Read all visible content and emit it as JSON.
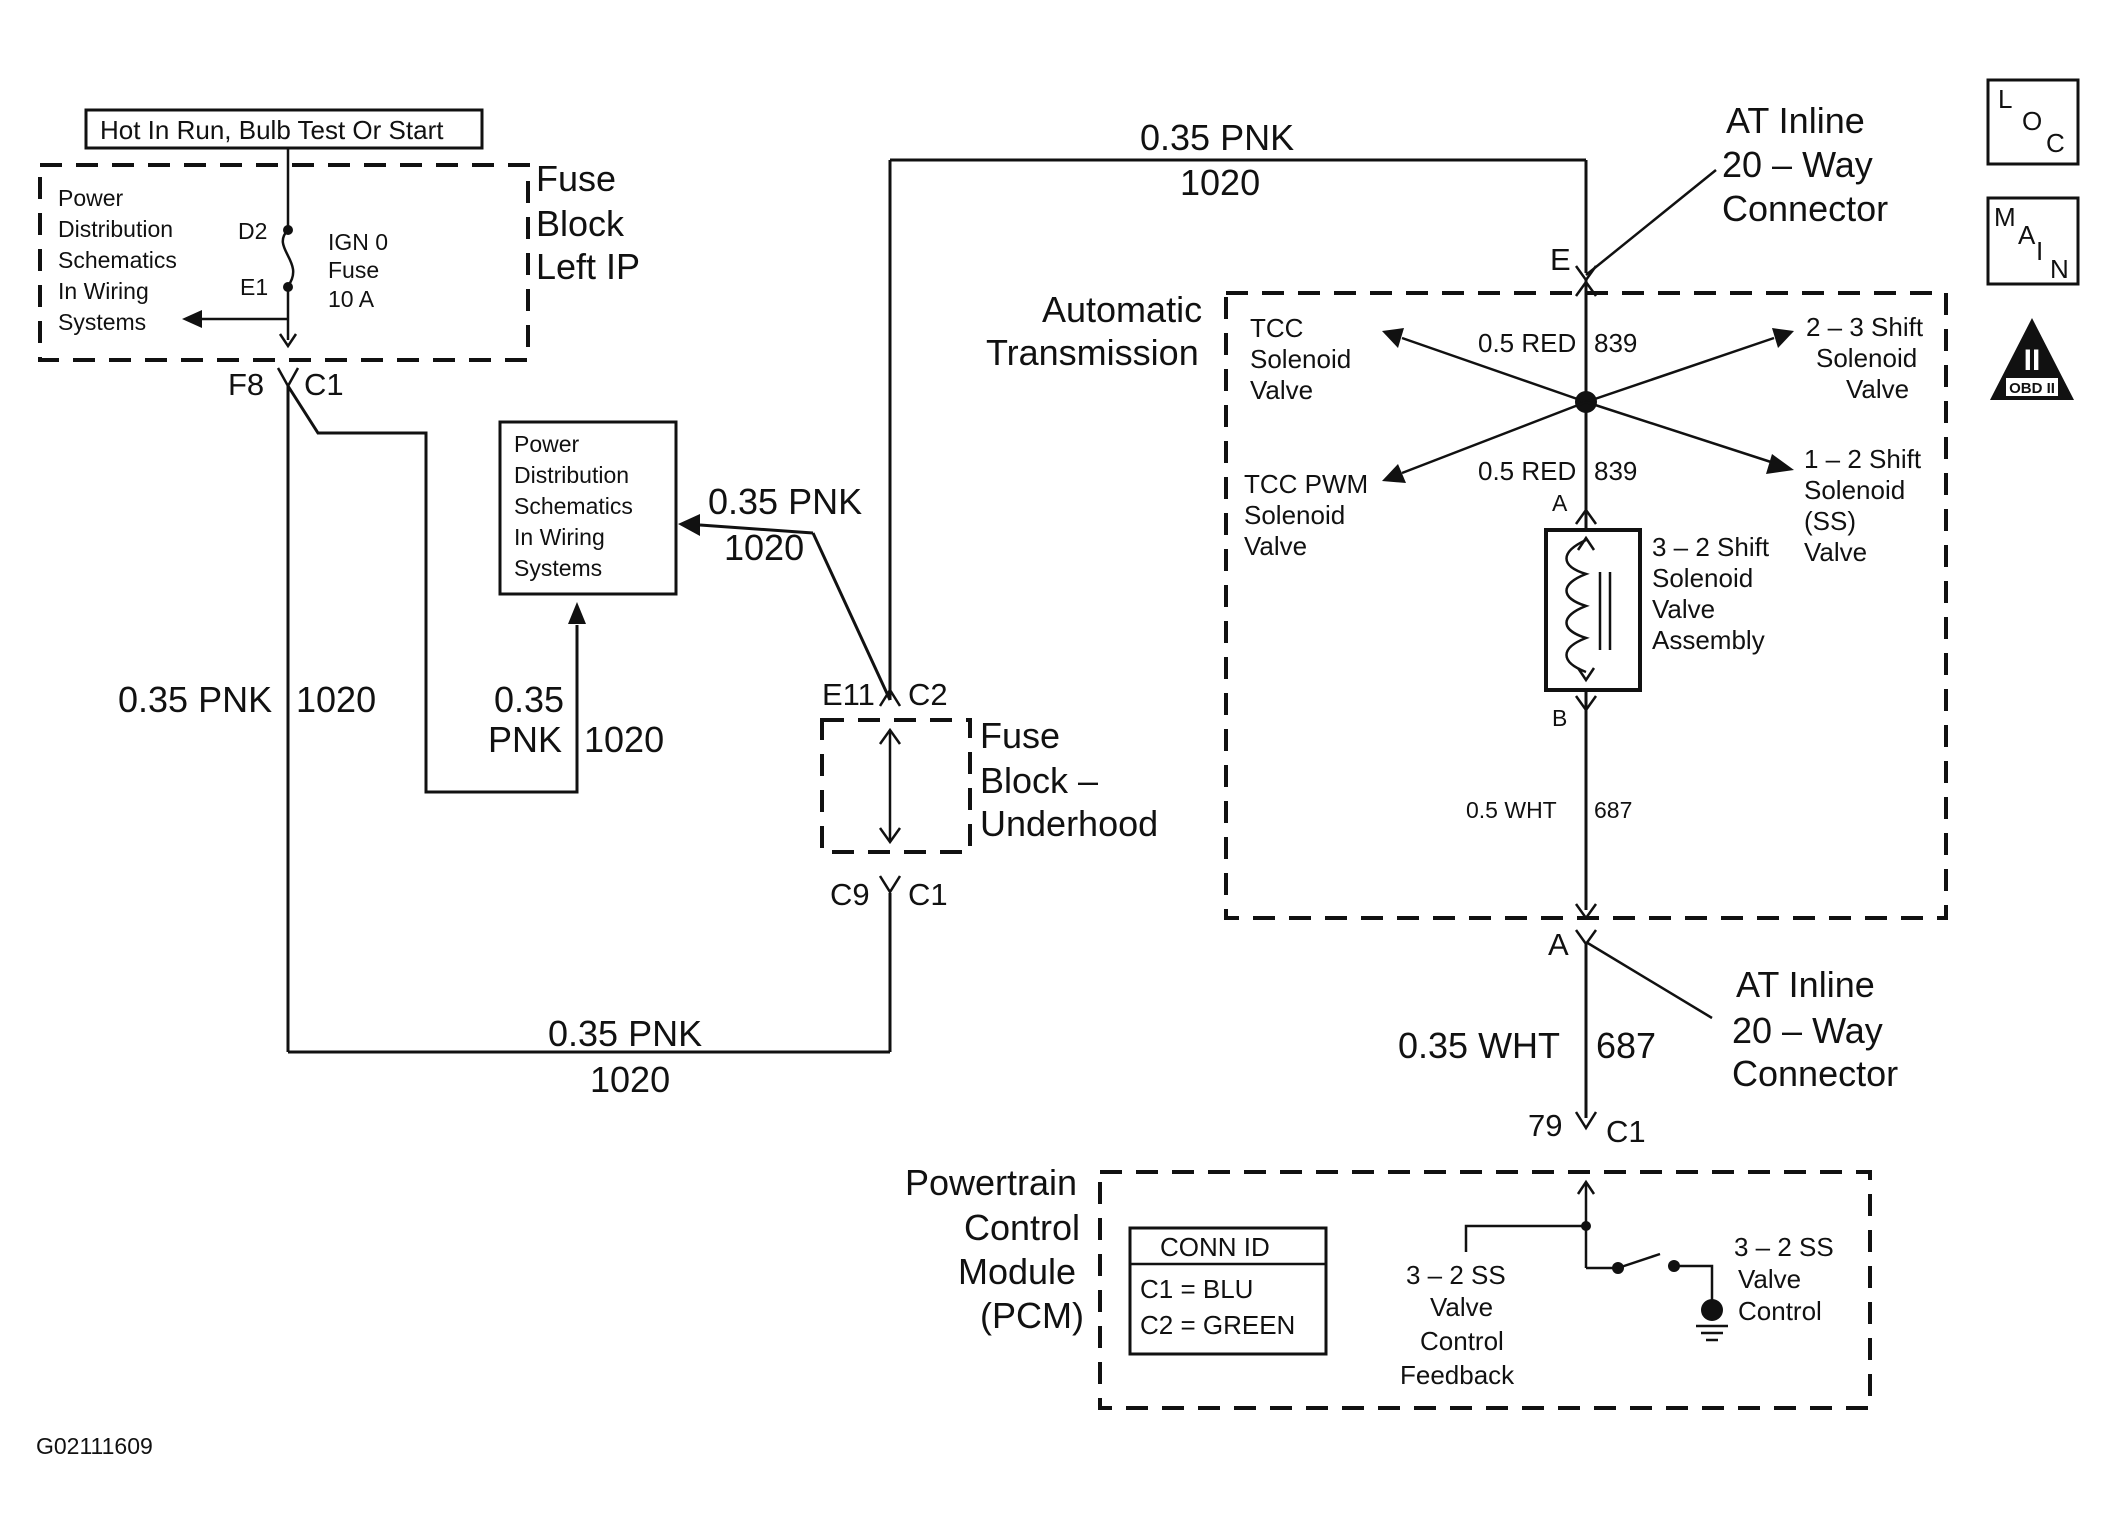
{
  "fuse_block_left": {
    "header": "Hot In Run, Bulb Test Or Start",
    "power_dist_lines": [
      "Power",
      "Distribution",
      "Schematics",
      "In Wiring",
      "Systems"
    ],
    "pin_top": "D2",
    "pin_bottom": "E1",
    "fuse_lines": [
      "IGN 0",
      "Fuse",
      "10 A"
    ],
    "title_lines": [
      "Fuse",
      "Block",
      "Left IP"
    ],
    "conn_pin": "F8",
    "conn_id": "C1"
  },
  "wires": {
    "top_size": "0.35 PNK",
    "top_circuit": "1020",
    "left_size": "0.35 PNK",
    "left_circuit": "1020",
    "mid_size_line1": "0.35",
    "mid_size_line2": "PNK",
    "mid_circuit": "1020",
    "diag_size": "0.35 PNK",
    "diag_circuit": "1020",
    "bottom_size": "0.35 PNK",
    "bottom_circuit": "1020",
    "pcm_size": "0.35 WHT",
    "pcm_circuit": "687"
  },
  "power_dist_box": [
    "Power",
    "Distribution",
    "Schematics",
    "In Wiring",
    "Systems"
  ],
  "fuse_block_underhood": {
    "top_pin": "E11",
    "top_conn": "C2",
    "bottom_pin": "C9",
    "bottom_conn": "C1",
    "title_lines": [
      "Fuse",
      "Block –",
      "Underhood"
    ]
  },
  "at_inline_top": {
    "lines": [
      "AT Inline",
      "20 – Way",
      "Connector"
    ],
    "pin": "E"
  },
  "at_inline_bottom": {
    "lines": [
      "AT Inline",
      "20 – Way",
      "Connector"
    ],
    "pin": "A"
  },
  "transmission": {
    "title_lines": [
      "Automatic",
      "Transmission"
    ],
    "tcc_valve": [
      "TCC",
      "Solenoid",
      "Valve"
    ],
    "tcc_pwm_valve": [
      "TCC PWM",
      "Solenoid",
      "Valve"
    ],
    "shift_23": [
      "2 – 3 Shift",
      "Solenoid",
      "Valve"
    ],
    "shift_12": [
      "1 – 2 Shift",
      "Solenoid",
      "(SS)",
      "Valve"
    ],
    "wire_upper_size": "0.5 RED",
    "wire_upper_circuit": "839",
    "wire_lower_size": "0.5 RED",
    "wire_lower_circuit": "839",
    "pin_a": "A",
    "pin_b": "B",
    "assembly": [
      "3 – 2 Shift",
      "Solenoid",
      "Valve",
      "Assembly"
    ],
    "wire_out_size": "0.5 WHT",
    "wire_out_circuit": "687"
  },
  "pcm": {
    "pin": "79",
    "conn": "C1",
    "title_lines": [
      "Powertrain",
      "Control",
      "Module",
      "(PCM)"
    ],
    "conn_id_title": "CONN ID",
    "conn_id_rows": [
      "C1 = BLU",
      "C2 = GREEN"
    ],
    "feedback": [
      "3 – 2 SS",
      "Valve",
      "Control",
      "Feedback"
    ],
    "control": [
      "3 – 2 SS",
      "Valve",
      "Control"
    ]
  },
  "badges": {
    "loc": [
      "L",
      "O",
      "C"
    ],
    "main": [
      "M",
      "A",
      "I",
      "N"
    ],
    "obd_numeral": "II",
    "obd_label": "OBD II"
  },
  "figure_id": "G02111609"
}
